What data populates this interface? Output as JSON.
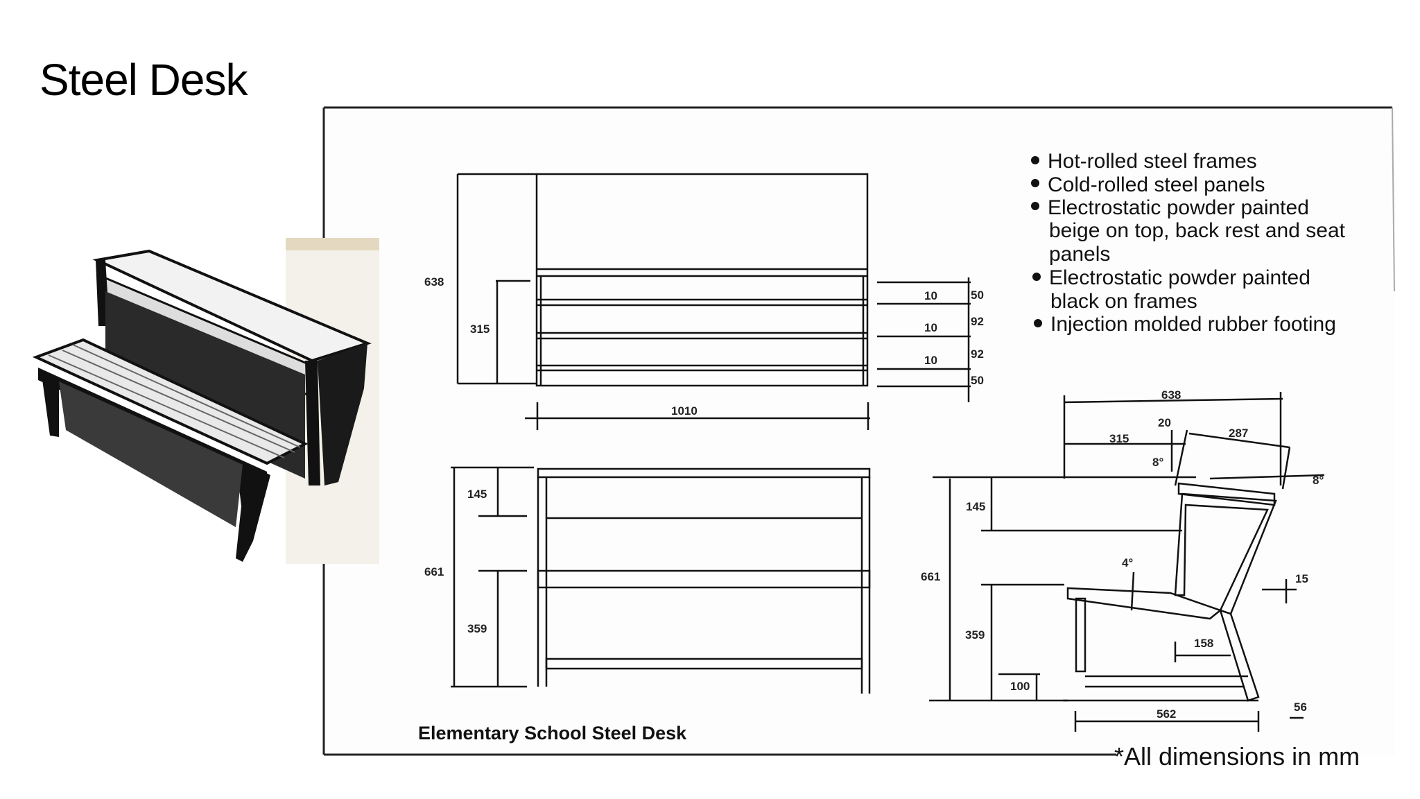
{
  "slide": {
    "title": "Steel Desk",
    "footnote": "*All dimensions in mm"
  },
  "drawing": {
    "caption": "Elementary School Steel Desk",
    "features": [
      "Hot-rolled steel frames",
      "Cold-rolled steel panels",
      "Electrostatic powder painted",
      "beige on top, back rest and seat",
      "panels",
      "Electrostatic powder painted",
      "black on frames",
      "Injection molded rubber footing"
    ],
    "dimensions": {
      "front_height": "638",
      "front_sub_height": "315",
      "width": "1010",
      "slat_gap_1": "10",
      "slat_gap_2": "10",
      "slat_gap_3": "10",
      "rail_top": "50",
      "rail_mid_1": "92",
      "rail_mid_2": "92",
      "rail_bottom": "50",
      "rear_height": "661",
      "rear_top": "145",
      "rear_seat": "359",
      "side_depth": "638",
      "side_back": "315",
      "side_gap": "20",
      "side_top": "287",
      "angle_back": "8°",
      "angle_top": "8°",
      "side_height": "661",
      "side_upper": "145",
      "angle_seat": "4°",
      "side_lower": "359",
      "leg_offset": "15",
      "seat_depth": "158",
      "foot_height": "100",
      "base_depth": "562",
      "base_offset": "56"
    }
  }
}
